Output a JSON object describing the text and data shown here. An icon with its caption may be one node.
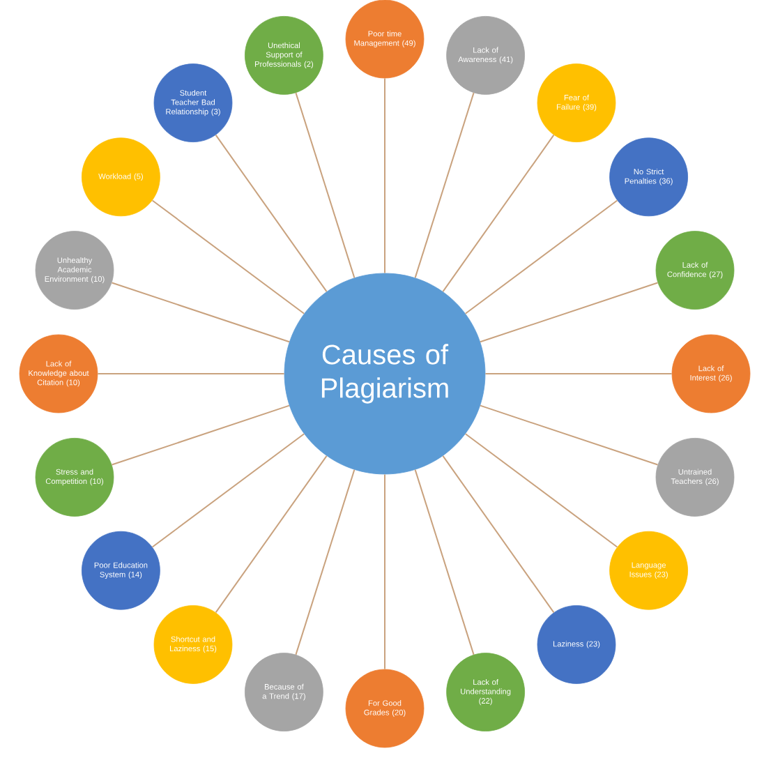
{
  "diagram": {
    "nodes": [
      {
        "text": [
          "Causes of Plagiarism"
        ]
      },
      {
        "text": [
          "Poor time Management (49)"
        ]
      },
      {
        "text": [
          "Lack of Awareness (41)"
        ]
      },
      {
        "text": [
          "Fear of Failure (39)"
        ]
      },
      {
        "text": [
          "No Strict Penalties (36)"
        ]
      },
      {
        "text": [
          "Lack of Confidence (27)"
        ]
      },
      {
        "text": [
          "Lack of Interest (26)"
        ]
      },
      {
        "text": [
          "Untrained Teachers (26)"
        ]
      },
      {
        "text": [
          "Language Issues (23)"
        ]
      },
      {
        "text": [
          "Laziness (23)"
        ]
      },
      {
        "text": [
          "Lack of Understanding (22)"
        ]
      },
      {
        "text": [
          "For Good Grades (20)"
        ]
      },
      {
        "text": [
          "Because of a Trend (17)"
        ]
      },
      {
        "text": [
          "Shortcut and Laziness (15)"
        ]
      },
      {
        "text": [
          "Poor Education System (14)"
        ]
      },
      {
        "text": [
          "Stress and Competition (10)"
        ]
      },
      {
        "text": [
          "Lack of Knowledge about Citation (10)"
        ]
      },
      {
        "text": [
          "Unhealthy Academic Environment (10)"
        ]
      },
      {
        "text": [
          "Workload (5)"
        ]
      },
      {
        "text": [
          "Student Teacher Bad Relationship (3)"
        ]
      },
      {
        "text": [
          "Unethical Support of Professionals (2)"
        ]
      }
    ],
    "edges": [
      {
        "from": 0,
        "to": 1,
        "arrow": "none"
      },
      {
        "from": 0,
        "to": 2,
        "arrow": "none"
      },
      {
        "from": 0,
        "to": 3,
        "arrow": "none"
      },
      {
        "from": 0,
        "to": 4,
        "arrow": "none"
      },
      {
        "from": 0,
        "to": 5,
        "arrow": "none"
      },
      {
        "from": 0,
        "to": 6,
        "arrow": "none"
      },
      {
        "from": 0,
        "to": 7,
        "arrow": "none"
      },
      {
        "from": 0,
        "to": 8,
        "arrow": "none"
      },
      {
        "from": 0,
        "to": 9,
        "arrow": "none"
      },
      {
        "from": 0,
        "to": 10,
        "arrow": "none"
      },
      {
        "from": 0,
        "to": 11,
        "arrow": "none"
      },
      {
        "from": 0,
        "to": 12,
        "arrow": "none"
      },
      {
        "from": 0,
        "to": 13,
        "arrow": "none"
      },
      {
        "from": 0,
        "to": 14,
        "arrow": "none"
      },
      {
        "from": 0,
        "to": 15,
        "arrow": "none"
      },
      {
        "from": 0,
        "to": 16,
        "arrow": "none"
      },
      {
        "from": 0,
        "to": 17,
        "arrow": "none"
      },
      {
        "from": 0,
        "to": 18,
        "arrow": "none"
      },
      {
        "from": 0,
        "to": 19,
        "arrow": "none"
      },
      {
        "from": 0,
        "to": 20,
        "arrow": "none"
      }
    ]
  }
}
